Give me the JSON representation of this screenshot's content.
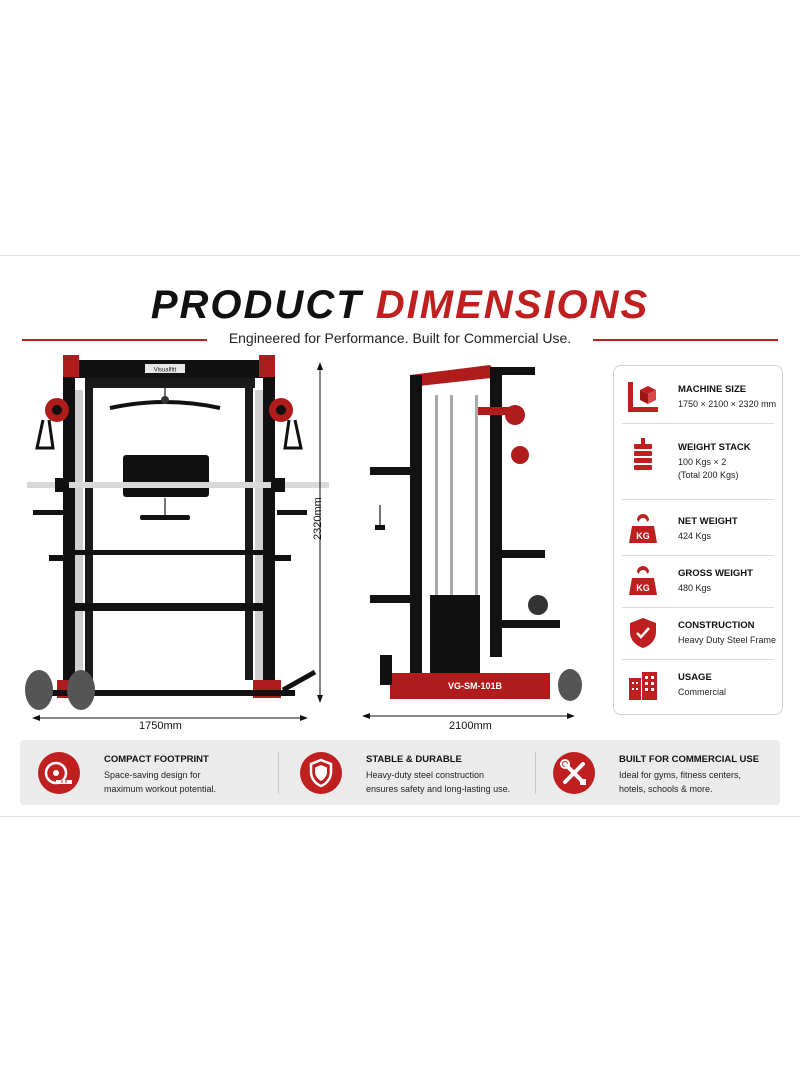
{
  "header": {
    "title_part1": "PRODUCT",
    "title_part2": "DIMENSIONS",
    "subtitle": "Engineered for Performance. Built for Commercial Use."
  },
  "front_view": {
    "brand_plate": "Visualfitt",
    "height_label": "2320mm",
    "width_label": "1750mm"
  },
  "side_view": {
    "model_label": "VG-SM-101B",
    "depth_label": "2100mm"
  },
  "specs": [
    {
      "icon": "ruler-box-icon",
      "title": "MACHINE SIZE",
      "value": "1750 × 2100 × 2320 mm"
    },
    {
      "icon": "weight-stack-icon",
      "title": "WEIGHT STACK",
      "value": "100 Kgs × 2",
      "value2": "(Total 200 Kgs)"
    },
    {
      "icon": "kettlebell-kg-icon",
      "title": "NET WEIGHT",
      "value": "424 Kgs",
      "badge": "KG"
    },
    {
      "icon": "kettlebell-kg-icon",
      "title": "GROSS WEIGHT",
      "value": "480 Kgs",
      "badge": "KG"
    },
    {
      "icon": "shield-check-icon",
      "title": "CONSTRUCTION",
      "value": "Heavy Duty Steel Frame"
    },
    {
      "icon": "buildings-icon",
      "title": "USAGE",
      "value": "Commercial"
    }
  ],
  "features": [
    {
      "icon": "tape-measure-icon",
      "title": "COMPACT FOOTPRINT",
      "line1": "Space-saving design for",
      "line2": "maximum workout potential."
    },
    {
      "icon": "shield-icon",
      "title": "STABLE & DURABLE",
      "line1": "Heavy-duty steel construction",
      "line2": "ensures safety and long-lasting use."
    },
    {
      "icon": "tools-icon",
      "title": "BUILT FOR COMMERCIAL USE",
      "line1": "Ideal for gyms, fitness centers,",
      "line2": "hotels, schools & more."
    }
  ],
  "colors": {
    "accent": "#c01f1f",
    "frame": "#111111",
    "steel": "#c9c9c9"
  }
}
